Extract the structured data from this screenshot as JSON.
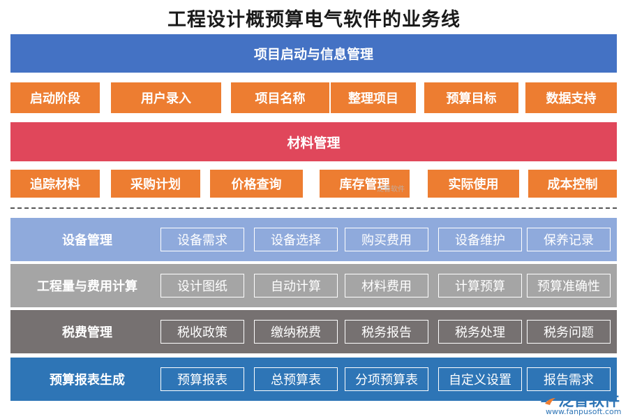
{
  "title": "工程设计概预算电气软件的业务线",
  "top_bar": "项目启动与信息管理",
  "row1": [
    "启动阶段",
    "用户录入",
    "项目名称",
    "整理项目",
    "预算目标",
    "数据支持"
  ],
  "mid_bar": "材料管理",
  "row2": [
    "追踪材料",
    "采购计划",
    "价格查询",
    "库存管理",
    "实际使用",
    "成本控制"
  ],
  "sections": [
    {
      "label": "设备管理",
      "items": [
        "设备需求",
        "设备选择",
        "购买费用",
        "设备维护",
        "保养记录"
      ]
    },
    {
      "label": "工程量与费用计算",
      "items": [
        "设计图纸",
        "自动计算",
        "材料费用",
        "计算预算",
        "预算准确性"
      ]
    },
    {
      "label": "税费管理",
      "items": [
        "税收政策",
        "缴纳税费",
        "税务报告",
        "税务处理",
        "税务问题"
      ]
    },
    {
      "label": "预算报表生成",
      "items": [
        "预算报表",
        "总预算表",
        "分项预算表",
        "自定义设置",
        "报告需求"
      ]
    }
  ],
  "logo": {
    "name": "泛普软件",
    "url": "www.fanpusoft.com",
    "icon": "fanpu-logo-icon"
  },
  "watermark": "泛普软件",
  "colors": {
    "top_bar": "#4472c4",
    "mid_bar": "#e0475b",
    "orange": "#ed7d31",
    "sec1": "#8faadc",
    "sec2": "#a5a5a5",
    "sec3": "#767171",
    "sec4": "#2e75b6"
  }
}
